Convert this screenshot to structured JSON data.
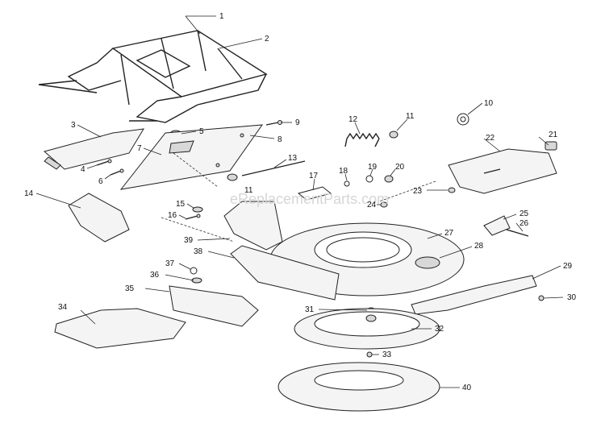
{
  "watermark": "eReplacementParts.com",
  "callouts": {
    "c1": "1",
    "c2": "2",
    "c3": "3",
    "c4": "4",
    "c5": "5",
    "c6": "6",
    "c7": "7",
    "c8": "8",
    "c9": "9",
    "c10": "10",
    "c11a": "11",
    "c11b": "11",
    "c12": "12",
    "c13": "13",
    "c14": "14",
    "c15": "15",
    "c16": "16",
    "c17": "17",
    "c18": "18",
    "c19": "19",
    "c20": "20",
    "c21": "21",
    "c22": "22",
    "c23": "23",
    "c24": "24",
    "c25": "25",
    "c26": "26",
    "c27": "27",
    "c28": "28",
    "c29": "29",
    "c30": "30",
    "c31": "31",
    "c32": "32",
    "c33": "33",
    "c34": "34",
    "c35": "35",
    "c36": "36",
    "c37": "37",
    "c38": "38",
    "c39": "39",
    "c40": "40"
  }
}
